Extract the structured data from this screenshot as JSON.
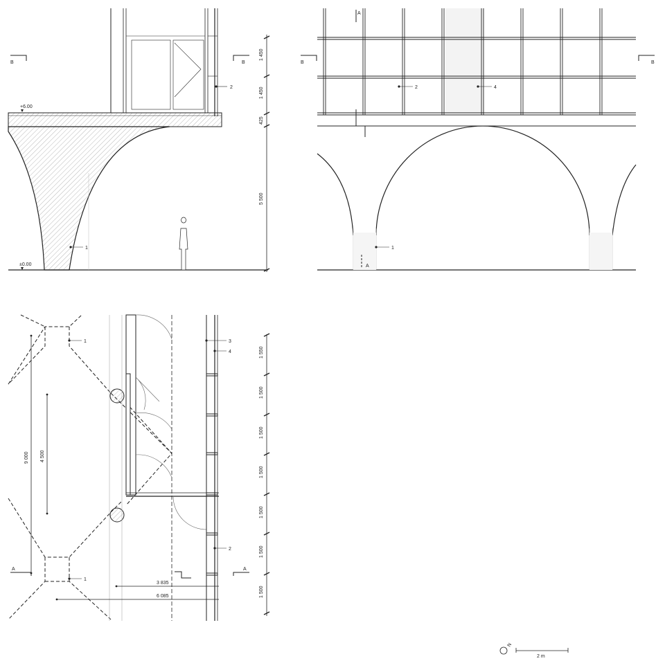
{
  "section": {
    "labels": {
      "cut_left": "B",
      "cut_right": "B"
    },
    "levels": {
      "upper": "+6.00",
      "ground": "±0.00"
    },
    "dimensions": [
      "1 450",
      "1 450",
      "425",
      "5 500"
    ],
    "callouts": {
      "glazing": "2",
      "column": "1"
    }
  },
  "elevation": {
    "labels": {
      "cut_top": "A",
      "cut_bottom": "A",
      "cut_left": "B",
      "cut_right": "B"
    },
    "callouts": {
      "mullion": "2",
      "panel": "4",
      "arch": "1"
    }
  },
  "plan": {
    "labels": {
      "cut_left": "A",
      "cut_right": "A"
    },
    "dimensions_vertical": [
      "9 000",
      "4 500"
    ],
    "dimensions_horizontal": [
      "3 835",
      "6 085"
    ],
    "dimensions_right": [
      "1 550",
      "1 500",
      "1 500",
      "1 500",
      "1 500",
      "1 500",
      "1 500"
    ],
    "callouts": {
      "col_top": "1",
      "col_bottom": "1",
      "door": "3",
      "panel": "4",
      "mullion_a": "2"
    }
  },
  "north": {
    "label": "N"
  },
  "scale": {
    "label": "2 m"
  },
  "colors": {
    "line": "#222222",
    "hatch": "#888888",
    "fill_light": "#f0f0f0"
  }
}
